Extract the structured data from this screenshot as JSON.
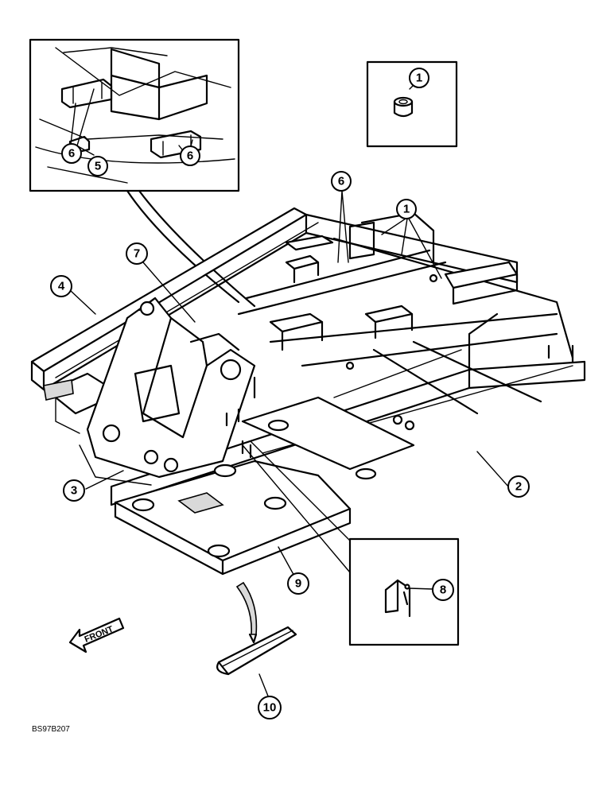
{
  "diagram": {
    "callouts": {
      "c1_box": "1",
      "c1_main": "1",
      "c2": "2",
      "c3": "3",
      "c4": "4",
      "c5": "5",
      "c6_inset_left": "6",
      "c6_inset_right": "6",
      "c6_main": "6",
      "c7": "7",
      "c8": "8",
      "c9": "9",
      "c10": "10"
    },
    "front_label": "FRONT",
    "drawing_code": "BS97B207"
  }
}
